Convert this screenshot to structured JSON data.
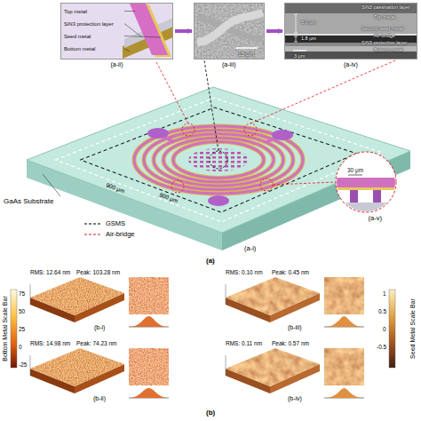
{
  "diagram": {
    "nodes": [
      {
        "text": [
          "Top metal",
          "SiN3 protection layer",
          "Seed metal",
          "Bottom metal",
          "(a-ii)"
        ]
      },
      {
        "text": [
          "15 μm",
          "(a-iii)"
        ]
      },
      {
        "text": [
          "SiN3 passivation layer",
          "Top metal",
          "5.0 μm",
          "Second seed metal",
          "Air-bridge",
          "1.8 μm",
          "SiN3 protection layer",
          "Bottom metal",
          "3 μm",
          "(a-iv)"
        ]
      }
    ],
    "edges": [
      {
        "from": 0,
        "to": 1,
        "arrow": "to"
      },
      {
        "from": 1,
        "to": 2,
        "arrow": "to"
      }
    ],
    "labels": [
      "GaAs Substrate",
      "800 μm",
      "900 μm",
      "(a-i)",
      "30 μm",
      "(a-v)",
      "(a)",
      "Bottom Metal Scale Bar",
      "75",
      "50",
      "25",
      "0",
      "-25",
      "RMS: 12.64 nm",
      "Peak: 103.28 nm",
      "(b-i)",
      "RMS: 14.98 nm",
      "Peak: 74.23 nm",
      "(b-ii)",
      "RMS: 0.10 nm",
      "Peak: 0.45 nm",
      "(b-iii)",
      "RMS: 0.11 nm",
      "Peak: 0.57 nm",
      "(b-iv)",
      "Seed Metal Scale Bar",
      "1",
      "0.5",
      "0",
      "-0.5",
      "(b)"
    ],
    "legend": [
      {
        "text": "GSMS"
      },
      {
        "text": "Air-bridge"
      }
    ]
  }
}
